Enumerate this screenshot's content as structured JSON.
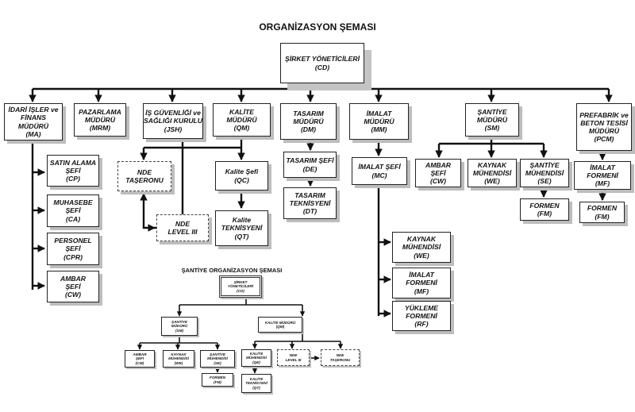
{
  "main_title": "ORGANİZASYON ŞEMASI",
  "sub_title": "ŞANTİYE ORGANİZASYON ŞEMASI",
  "nodes": {
    "cd": "ŞİRKET YÖNETİCİLERİ\n(CD)",
    "ma": "İDARİ İŞLER ve\nFİNANS MÜDÜRÜ\n(MA)",
    "mrm": "PAZARLAMA\nMÜDÜRÜ\n(MRM)",
    "jsh": "İŞ GÜVENLİĞİ ve\nSAĞLIĞI KURULU\n(JSH)",
    "qm": "KALİTE MÜDÜRÜ\n(QM)",
    "dm": "TASARIM\nMÜDÜRÜ\n(DM)",
    "mm": "İMALAT\nMÜDÜRÜ\n(MM)",
    "sm": "ŞANTİYE\nMÜDÜRÜ\n(SM)",
    "pcm": "PREFABRİK ve\nBETON TESİSİ\nMÜDÜRÜ\n(PCM)",
    "cp": "SATIN ALAMA\nŞEFİ\n(CP)",
    "ca": "MUHASEBE\nŞEFİ\n(CA)",
    "cpr": "PERSONEL\nŞEFİ\n(CPR)",
    "cw_ma": "AMBAR\nŞEFİ\n(CW)",
    "nde_t": "NDE\nTAŞERONU",
    "nde_l": "NDE\nLEVEL III",
    "qc": "Kalite Şefi\n(QC)",
    "qt": "Kalite\nTEKNİSYENİ\n(QT)",
    "de": "TASARIM ŞEFİ\n(DE)",
    "dt": "TASARIM\nTEKNİSYENİ\n(DT)",
    "mc": "İMALAT ŞEFİ\n(MC)",
    "we_mm": "KAYNAK\nMÜHENDİSİ\n(WE)",
    "mf_mm": "İMALAT\nFORMENİ\n(MF)",
    "rf": "YÜKLEME\nFORMENİ\n(RF)",
    "cw_sm": "AMBAR\nŞEFİ\n(CW)",
    "we_sm": "KAYNAK\nMÜHENDİSİ\n(WE)",
    "se_sm": "ŞANTİYE\nMÜHENDİSİ\n(SE)",
    "fm_sm": "FORMEN\n(FM)",
    "mf_pcm": "İMALAT FORMENİ\n(MF)",
    "fm_pcm": "FORMEN\n(FM)"
  },
  "site_nodes": {
    "cd": "ŞİRKET\nYÖNETİCİLERİ\n(CD)",
    "sm": "ŞANTİYE\nMÜDÜRÜ\n(SM)",
    "qm": "KALİTE MÜDÜRÜ\n(QM)",
    "cw": "AMBAR\nŞEFİ\n(CW)",
    "we": "KAYNAK\nMÜHENDİSİ\n(WE)",
    "se": "ŞANTİYE\nMÜHENDİSİ\n(SE)",
    "fm": "FORMEN\n(FM)",
    "qe": "KALİTE\nMÜHENDİSİ\n(QE)",
    "nde_l": "NDE\nLEVEL III",
    "nde_t": "NDE\nTAŞERONU",
    "qt": "KALİTE\nTEKNİSYENİ\n(QT)"
  }
}
